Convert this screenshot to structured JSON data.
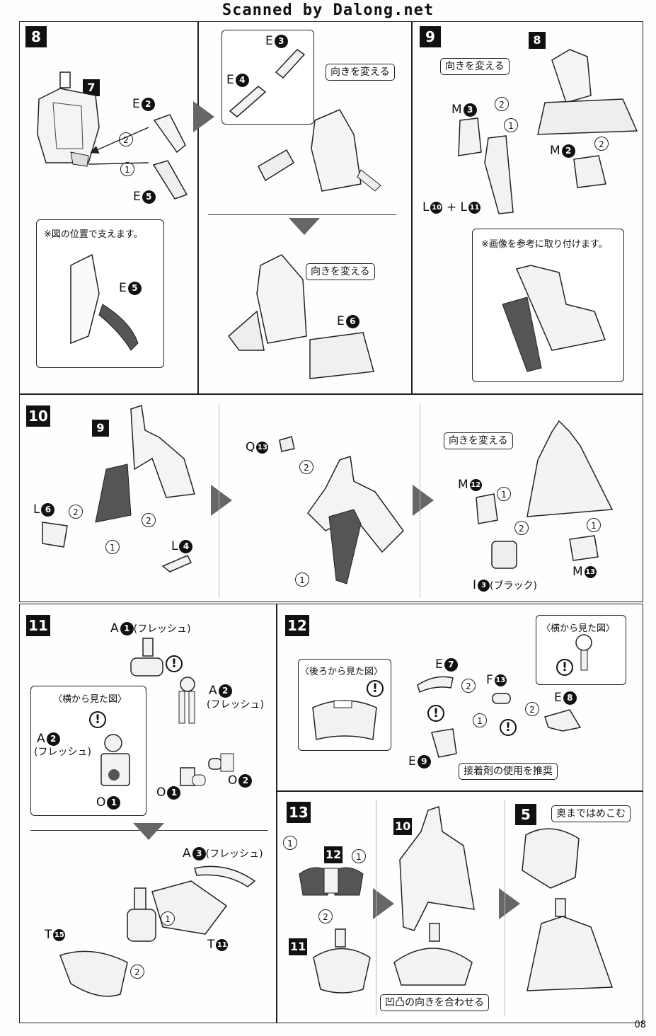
{
  "header": {
    "scan_credit": "Scanned by Dalong.net"
  },
  "page_number": "08",
  "step8": {
    "num": "8",
    "sub7": "7",
    "e2_label": "E",
    "e2_num": "2",
    "e5_label": "E",
    "e5_num": "5",
    "e3_label": "E",
    "e3_num": "3",
    "e4_label": "E",
    "e4_num": "4",
    "e6_label": "E",
    "e6_num": "6",
    "turn1": "向きを変える",
    "turn2": "向きを変える",
    "support_note": "※図の位置で支えます。",
    "note_e5_label": "E",
    "note_e5_num": "5",
    "s1": "1",
    "s2": "2"
  },
  "step9": {
    "num": "9",
    "sub8": "8",
    "turn": "向きを変える",
    "m3_label": "M",
    "m3_num": "3",
    "m2_label": "M",
    "m2_num": "2",
    "l10_label": "L",
    "l10_num": "10",
    "plus": "+",
    "l11_label": "L",
    "l11_num": "11",
    "ref_note": "※画像を参考に取り付けます。",
    "s1": "1",
    "s2": "2"
  },
  "step10": {
    "num": "10",
    "sub9": "9",
    "l6_label": "L",
    "l6_num": "6",
    "l4_label": "L",
    "l4_num": "4",
    "q13_label": "Q",
    "q13_num": "13",
    "m12_label": "M",
    "m12_num": "12",
    "m13_label": "M",
    "m13_num": "13",
    "i3_label": "I",
    "i3_num": "3",
    "i3_note": "(ブラック)",
    "turn": "向きを変える",
    "s1": "1",
    "s2": "2"
  },
  "step11": {
    "num": "11",
    "a1_label": "A",
    "a1_num": "1",
    "a1_note": "(フレッシュ)",
    "a2_label": "A",
    "a2_num": "2",
    "a2_note": "(フレッシュ)",
    "side_view": "〈横から見た図〉",
    "side_a2_label": "A",
    "side_a2_num": "2",
    "side_a2_note": "(フレッシュ)",
    "side_o1_label": "O",
    "side_o1_num": "1",
    "o1_label": "O",
    "o1_num": "1",
    "o2_label": "O",
    "o2_num": "2",
    "a3_label": "A",
    "a3_num": "3",
    "a3_note": "(フレッシュ)",
    "t15_label": "T",
    "t15_num": "15",
    "t11_label": "T",
    "t11_num": "11",
    "s1": "1",
    "s2": "2"
  },
  "step12": {
    "num": "12",
    "back_view": "〈後ろから見た図〉",
    "side_view": "〈横から見た図〉",
    "e7_label": "E",
    "e7_num": "7",
    "f13_label": "F",
    "f13_num": "13",
    "e8_label": "E",
    "e8_num": "8",
    "e9_label": "E",
    "e9_num": "9",
    "glue": "接着剤の使用を推奨",
    "s1": "1",
    "s2": "2"
  },
  "step13": {
    "num": "13",
    "sub12": "12",
    "sub11": "11",
    "sub10": "10",
    "align": "凹凸の向きを合わせる",
    "s1": "1",
    "s2": "2"
  },
  "step5": {
    "num": "5",
    "push_in": "奥まではめこむ"
  }
}
